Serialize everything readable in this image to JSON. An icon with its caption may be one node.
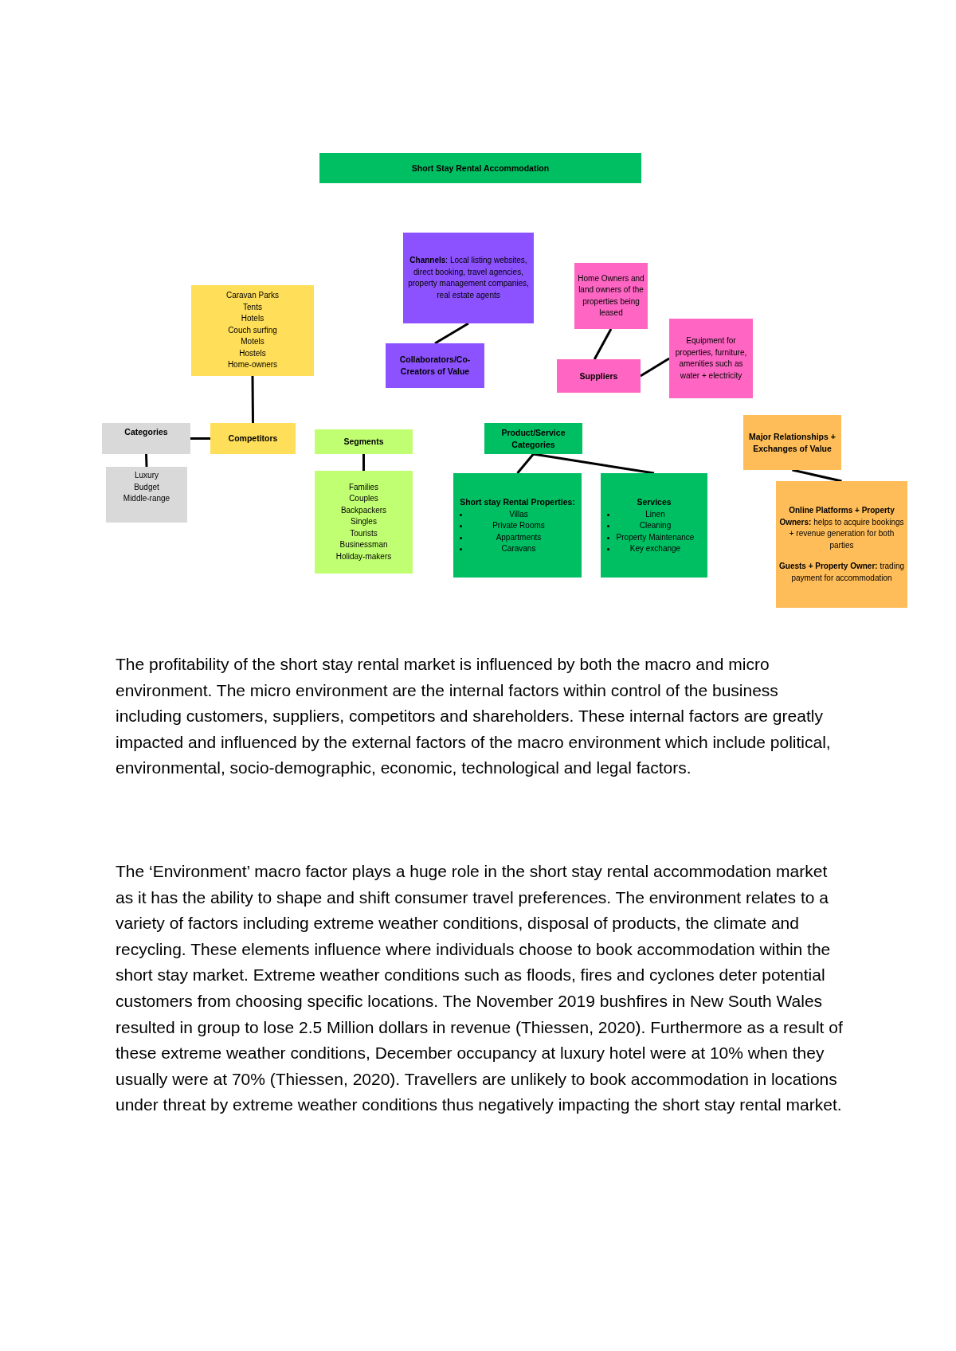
{
  "diagram": {
    "nodes": [
      {
        "text": [
          "Short Stay Rental Accommodation"
        ]
      },
      {
        "text": [
          "**Channels**: Local listing websites, direct booking, travel agencies, property management companies, real estate agents"
        ]
      },
      {
        "text": [
          "Collaborators/Co-Creators of Value"
        ]
      },
      {
        "text": [
          "Home Owners and land owners of the properties being leased"
        ]
      },
      {
        "text": [
          "Equipment for properties, furniture, amenities such as water + electricity"
        ]
      },
      {
        "text": [
          "Suppliers"
        ]
      },
      {
        "text": [
          "Caravan Parks",
          "Tents",
          "Hotels",
          "Couch surfing",
          "Motels",
          "Hostels",
          "Home-owners"
        ]
      },
      {
        "text": [
          "Categories"
        ]
      },
      {
        "text": [
          "Competitors"
        ]
      },
      {
        "text": [
          "Segments"
        ]
      },
      {
        "text": [
          "Product/Service Categories"
        ]
      },
      {
        "text": [
          "Major Relationships + Exchanges of Value"
        ]
      },
      {
        "text": [
          "Luxury",
          "Budget",
          "Middle-range"
        ]
      },
      {
        "text": [
          "Families",
          "Couples",
          "Backpackers",
          "Singles",
          "Tourists",
          "Businessman",
          "Holiday-makers"
        ]
      },
      {
        "text": [
          "Short stay Rental Properties:",
          "Villas",
          "Private Rooms",
          "Appartments",
          "Caravans"
        ]
      },
      {
        "text": [
          "Services",
          "Linen",
          "Cleaning",
          "Property Maintenance",
          "Key exchange"
        ]
      },
      {
        "text": [
          "**Online Platforms + Property Owners:** helps to acquire bookings + revenue generation for both parties",
          "**Guests + Property Owner:** trading payment for accommodation"
        ]
      }
    ],
    "edges": [
      {
        "from": 1,
        "to": 2,
        "arrow": "none"
      },
      {
        "from": 3,
        "to": 5,
        "arrow": "none"
      },
      {
        "from": 5,
        "to": 4,
        "arrow": "none"
      },
      {
        "from": 6,
        "to": 8,
        "arrow": "none"
      },
      {
        "from": 7,
        "to": 8,
        "arrow": "none"
      },
      {
        "from": 7,
        "to": 12,
        "arrow": "none"
      },
      {
        "from": 9,
        "to": 13,
        "arrow": "none"
      },
      {
        "from": 10,
        "to": 14,
        "arrow": "none"
      },
      {
        "from": 10,
        "to": 15,
        "arrow": "none"
      },
      {
        "from": 11,
        "to": 16,
        "arrow": "none"
      }
    ],
    "labels": [
      "The profitability of the short stay rental market is influenced by both the macro and micro environment. The micro environment are the internal factors within control of the business including customers, suppliers, competitors and shareholders. These internal factors are greatly impacted and influenced by the external factors of the macro environment which include political, environmental, socio-demographic, economic, technological and legal factors.",
      "The ‘Environment’ macro factor plays a huge role in the short stay rental accommodation market as it has the ability to shape and shift consumer travel preferences. The environment relates to a variety of factors including extreme weather conditions, disposal of products, the climate and recycling. These elements influence where individuals choose to book accommodation within the short stay market. Extreme weather conditions such as floods, fires and cyclones deter potential customers from choosing specific locations. The November 2019 bushfires in New South Wales resulted in group to lose 2.5 Million dollars in revenue (Thiessen, 2020). Furthermore as a result of these extreme weather conditions, December occupancy at luxury hotel were at 10% when they usually were at 70% (Thiessen, 2020). Travellers are unlikely to book accommodation in locations under threat by extreme weather conditions thus negatively impacting the short stay rental market."
    ]
  }
}
